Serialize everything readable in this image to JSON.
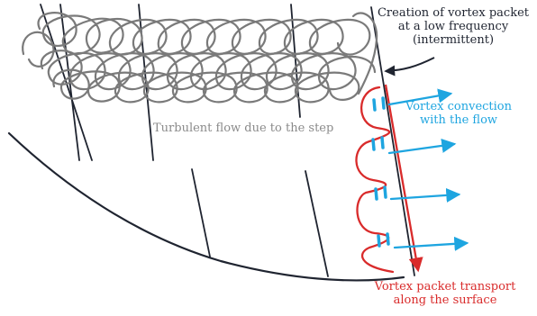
{
  "colors": {
    "structure": "#1f2430",
    "turbulence": "#7a7a7a",
    "convection": "#1ea5e0",
    "transport": "#d92b2b",
    "background": "#ffffff"
  },
  "labels": {
    "creation_line1": "Creation of vortex packet",
    "creation_line2": "at a low frequency",
    "creation_line3": "(intermittent)",
    "turbulent": "Turbulent flow due to the step",
    "convection_line1": "Vortex convection",
    "convection_line2": "with the flow",
    "transport_line1": "Vortex packet transport",
    "transport_line2": "along the surface"
  },
  "icons": {
    "turbulence": "scribble-loops",
    "convection_arrows": "right-arrow",
    "transport_arrow": "down-arrow"
  }
}
